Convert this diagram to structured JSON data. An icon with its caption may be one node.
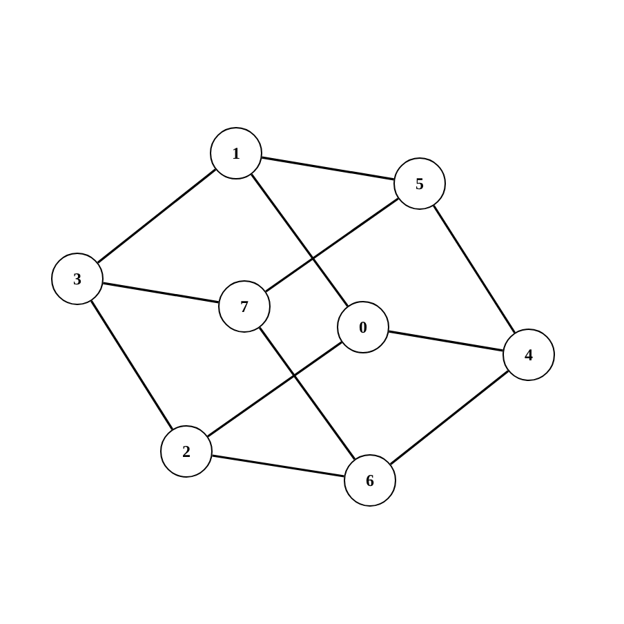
{
  "diagram": {
    "nodes": [
      {
        "text": [
          "1"
        ]
      },
      {
        "text": [
          "5"
        ]
      },
      {
        "text": [
          "3"
        ]
      },
      {
        "text": [
          "7"
        ]
      },
      {
        "text": [
          "0"
        ]
      },
      {
        "text": [
          "4"
        ]
      },
      {
        "text": [
          "2"
        ]
      },
      {
        "text": [
          "6"
        ]
      }
    ],
    "edges": [
      {
        "from": 0,
        "to": 1,
        "arrow": "none"
      },
      {
        "from": 0,
        "to": 2,
        "arrow": "none"
      },
      {
        "from": 0,
        "to": 4,
        "arrow": "none"
      },
      {
        "from": 1,
        "to": 3,
        "arrow": "none"
      },
      {
        "from": 1,
        "to": 5,
        "arrow": "none"
      },
      {
        "from": 2,
        "to": 3,
        "arrow": "none"
      },
      {
        "from": 2,
        "to": 6,
        "arrow": "none"
      },
      {
        "from": 4,
        "to": 5,
        "arrow": "none"
      },
      {
        "from": 4,
        "to": 6,
        "arrow": "none"
      },
      {
        "from": 3,
        "to": 7,
        "arrow": "none"
      },
      {
        "from": 6,
        "to": 7,
        "arrow": "none"
      },
      {
        "from": 7,
        "to": 5,
        "arrow": "none"
      }
    ]
  }
}
